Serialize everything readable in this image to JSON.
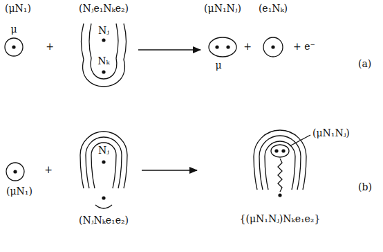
{
  "diagram": {
    "nodes": [
      {
        "text": [
          "(μN₁)",
          "μ"
        ]
      },
      {
        "text": [
          "(Nⱼe₁Nₖe₂)",
          "Nⱼ",
          "Nₖ"
        ]
      },
      {
        "text": [
          "(μN₁Nⱼ)",
          "μ"
        ]
      },
      {
        "text": [
          "(e₁Nₖ)"
        ]
      },
      {
        "text": [
          "(μN₁)"
        ]
      },
      {
        "text": [
          "(NⱼNₖe₁e₂)",
          "Nⱼ"
        ]
      },
      {
        "text": [
          "{(μN₁Nⱼ)Nₖe₁e₂}"
        ]
      },
      {
        "text": [
          "(μN₁Nⱼ)"
        ],
        "in": 6
      }
    ],
    "labels": [
      "+",
      "+",
      "+ e⁻",
      "(a)",
      "+",
      "(b)"
    ]
  }
}
